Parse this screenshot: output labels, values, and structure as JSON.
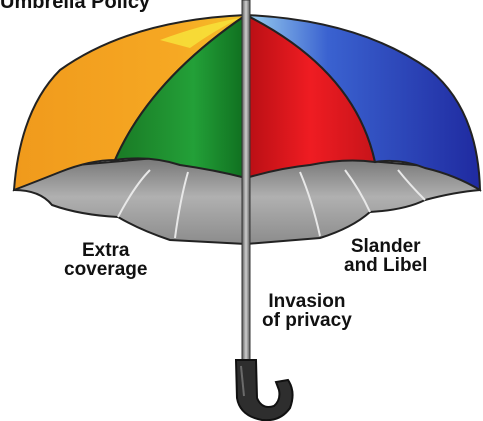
{
  "title": "Umbrella Policy",
  "labels": {
    "extra_coverage": {
      "line1": "Extra",
      "line2": "coverage"
    },
    "slander_libel": {
      "line1": "Slander",
      "line2": "and Libel"
    },
    "invasion_privacy": {
      "line1": "Invasion",
      "line2": "of privacy"
    }
  },
  "colors": {
    "orange": "#f5a020",
    "yellow": "#f2d21a",
    "green": "#1e8f2c",
    "red": "#e0161c",
    "blue": "#2c3fb8",
    "underside": "#9a9a9a",
    "shaft": "#8a8a8a",
    "handle": "#2e2e2e"
  }
}
